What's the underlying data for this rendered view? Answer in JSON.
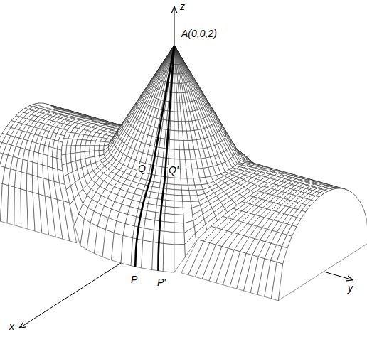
{
  "diagram": {
    "labels": [
      "z",
      "A(0,0,2)",
      "Q",
      "Q'",
      "P",
      "P'",
      "y",
      "x"
    ]
  }
}
